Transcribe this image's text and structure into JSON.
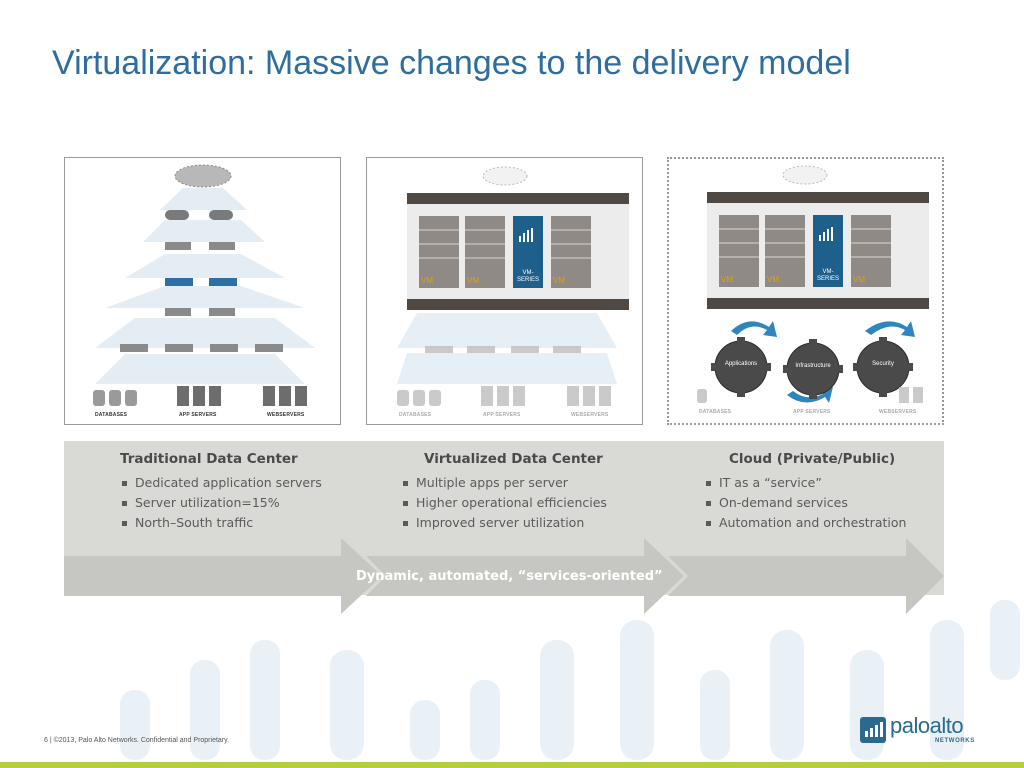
{
  "slide": {
    "title": "Virtualization: Massive changes to the delivery model"
  },
  "panels": {
    "traditional": {
      "labels": [
        "DATABASES",
        "APP SERVERS",
        "WEBSERVERS"
      ]
    },
    "virtualized": {
      "vm_labels": [
        "VM",
        "VM",
        "VM"
      ],
      "vm_series": [
        "VM-",
        "SERIES"
      ],
      "labels": [
        "DATABASES",
        "APP SERVERS",
        "WEBSERVERS"
      ]
    },
    "cloud": {
      "vm_labels": [
        "VM",
        "VM",
        "VM"
      ],
      "vm_series": [
        "VM-",
        "SERIES"
      ],
      "gears": [
        "Applications",
        "Infrastructure",
        "Security"
      ],
      "labels": [
        "DATABASES",
        "APP SERVERS",
        "WEBSERVERS"
      ]
    }
  },
  "columns": [
    {
      "heading": "Traditional Data Center",
      "bullets": [
        "Dedicated application servers",
        "Server utilization=15%",
        "North–South traffic"
      ]
    },
    {
      "heading": "Virtualized Data Center",
      "bullets": [
        "Multiple apps per server",
        "Higher operational efficiencies",
        "Improved server utilization"
      ]
    },
    {
      "heading": "Cloud (Private/Public)",
      "bullets": [
        "IT as a “service”",
        "On-demand services",
        "Automation and orchestration"
      ]
    }
  ],
  "arrow_caption": "Dynamic, automated, “services-oriented”",
  "footer": {
    "text": "6  |  ©2013, Palo Alto Networks. Confidential and Proprietary.",
    "logo_text": "paloalto",
    "logo_sub": "NETWORKS"
  },
  "colors": {
    "title": "#2e6e9e",
    "band": "#d9d9d6",
    "arrow": "#c9c9c6",
    "vm_label": "#e8a000",
    "vm_series": "#1e5f8c",
    "accent_bar": "#b5cf3a",
    "logo": "#2a6a90"
  },
  "icons": [
    "cloud-icon",
    "router-icon",
    "switch-icon",
    "firewall-icon",
    "server-rack-icon",
    "database-icon",
    "gear-icon",
    "cycle-arrow-icon",
    "logo-mark-icon"
  ]
}
